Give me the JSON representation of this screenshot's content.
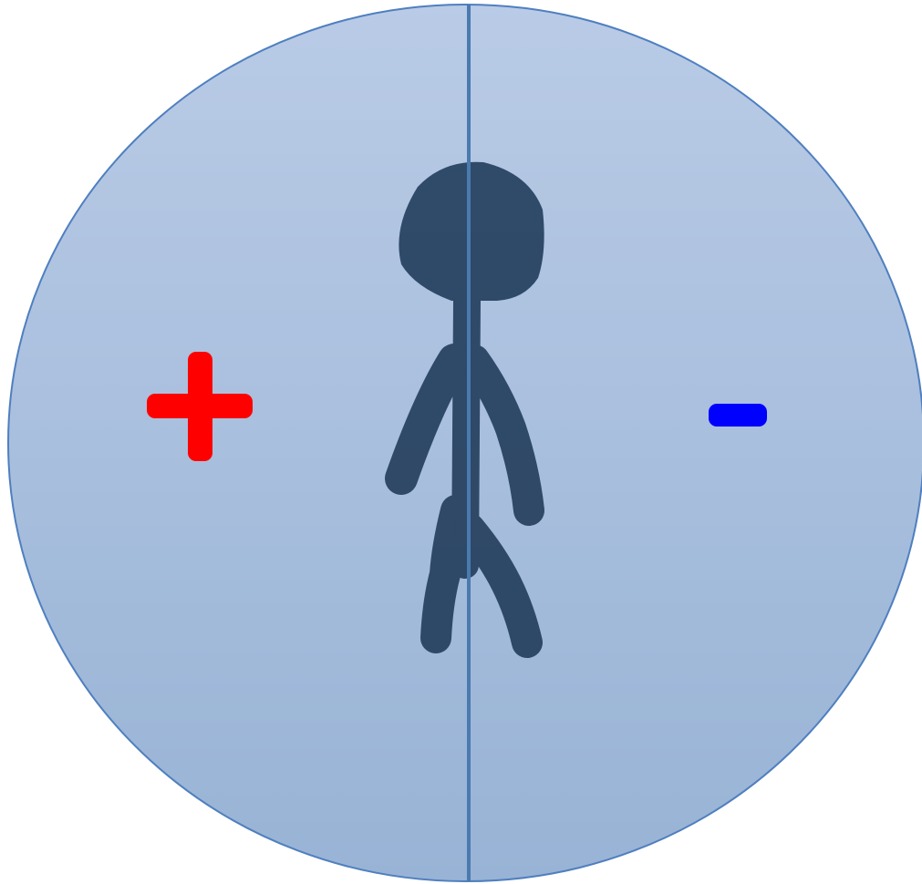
{
  "diagram": {
    "left_region": {
      "symbol": "+",
      "symbol_name": "positive-sign",
      "color": "#ff0000"
    },
    "right_region": {
      "symbol": "-",
      "symbol_name": "negative-sign",
      "color": "#0000ff"
    },
    "divider": {
      "color": "#4a7ab0"
    },
    "figure": {
      "name": "stick-figure",
      "color": "#25405e"
    },
    "circle": {
      "fill_top": "#b9cbe6",
      "fill_bottom": "#98b3d5",
      "stroke": "#4f7fbf"
    }
  }
}
